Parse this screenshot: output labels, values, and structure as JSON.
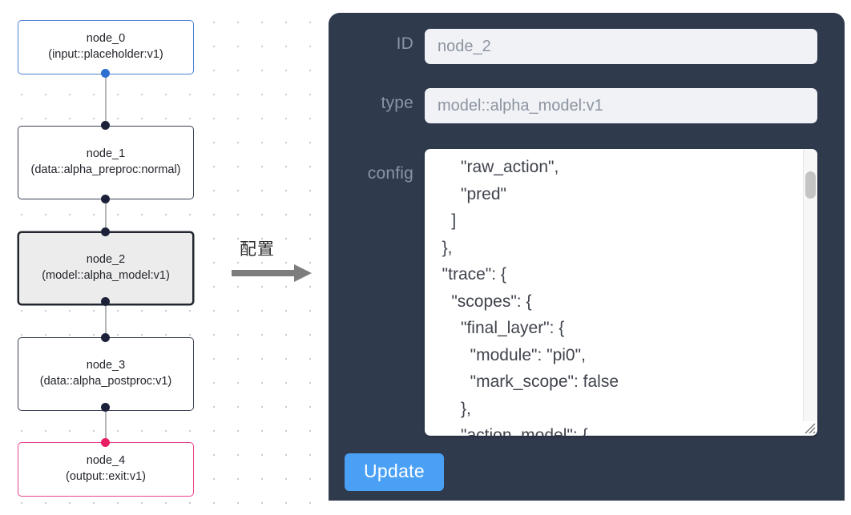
{
  "canvas": {
    "name": "node-graph-canvas",
    "grid": "dotted",
    "colors": {
      "node_border_default": "#3c4257",
      "node_border_input": "#4a7fd4",
      "node_border_output": "#e9418d",
      "node_selected_fill": "#ececec",
      "edge": "#b6b6b6",
      "port_dot": "#1b2138",
      "port_dot_input": "#2f6fd0",
      "port_dot_output": "#e91e63"
    },
    "nodes": [
      {
        "id": "node_0",
        "title": "node_0",
        "subtitle": "(input::placeholder:v1)",
        "kind": "input",
        "selected": false
      },
      {
        "id": "node_1",
        "title": "node_1",
        "subtitle": "(data::alpha_preproc:normal)",
        "kind": "default",
        "selected": false
      },
      {
        "id": "node_2",
        "title": "node_2",
        "subtitle": "(model::alpha_model:v1)",
        "kind": "default",
        "selected": true
      },
      {
        "id": "node_3",
        "title": "node_3",
        "subtitle": "(data::alpha_postproc:v1)",
        "kind": "default",
        "selected": false
      },
      {
        "id": "node_4",
        "title": "node_4",
        "subtitle": "(output::exit:v1)",
        "kind": "output",
        "selected": false
      }
    ]
  },
  "arrow": {
    "label": "配置",
    "color": "#7d7d7d"
  },
  "panel": {
    "background": "#303a4d",
    "id_field": {
      "label": "ID",
      "value": "node_2"
    },
    "type_field": {
      "label": "type",
      "value": "model::alpha_model:v1"
    },
    "config_field": {
      "label": "config",
      "value": "      \"raw_action\",\n      \"pred\"\n    ]\n  },\n  \"trace\": {\n    \"scopes\": {\n      \"final_layer\": {\n        \"module\": \"pi0\",\n        \"mark_scope\": false\n      },\n      \"action_model\": {"
    },
    "update_button": {
      "label": "Update",
      "color": "#4aa0f5"
    }
  }
}
